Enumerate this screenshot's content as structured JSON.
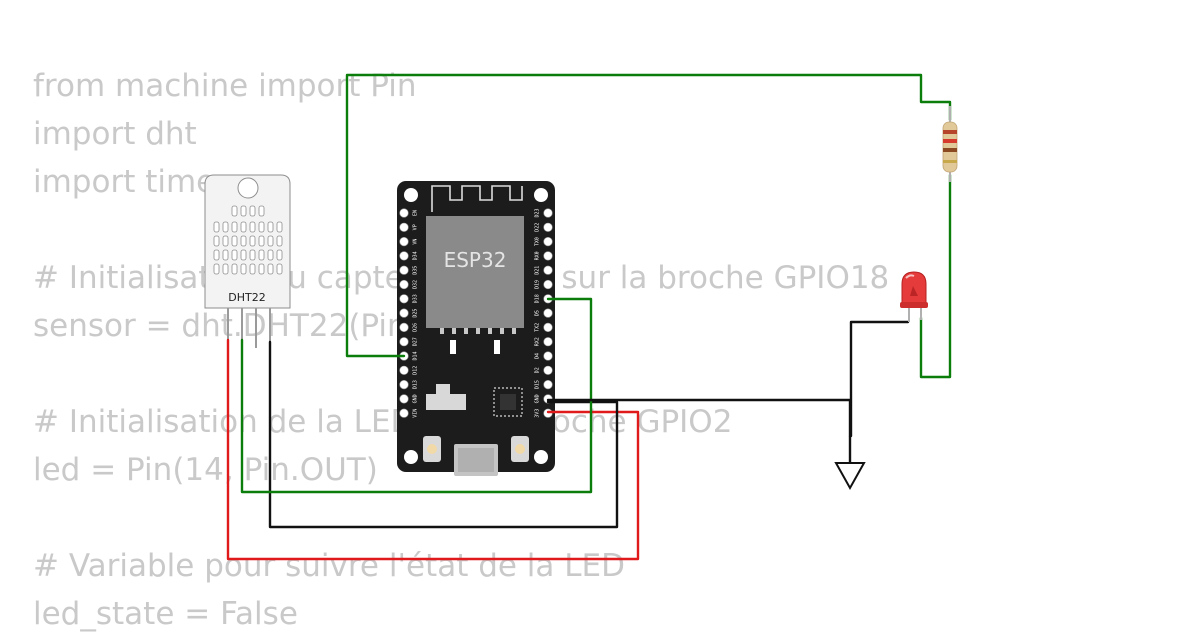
{
  "code_lines": [
    "from machine import Pin",
    "import dht",
    "import time",
    "",
    "# Initialisation du capteur DHT22 sur la broche GPIO18",
    "sensor = dht.DHT22(Pin(18))",
    "",
    "# Initialisation de la LED sur la broche GPIO2",
    "led = Pin(14, Pin.OUT)",
    "",
    "# Variable pour suivre l'état de la LED",
    "led_state = False"
  ],
  "dht22": {
    "label": "DHT22"
  },
  "esp32": {
    "chip_label": "ESP32",
    "left_pins": [
      "EN",
      "VP",
      "VN",
      "D34",
      "D35",
      "D32",
      "D33",
      "D25",
      "D26",
      "D27",
      "D14",
      "D12",
      "D13",
      "GND",
      "VIN"
    ],
    "right_pins": [
      "D23",
      "D22",
      "TX0",
      "RX0",
      "D21",
      "D19",
      "D18",
      "D5",
      "TX2",
      "RX2",
      "D4",
      "D2",
      "D15",
      "GND",
      "3V3"
    ]
  },
  "colors": {
    "wire_green": "#0a7d0a",
    "wire_red": "#e0191b",
    "wire_black": "#111111",
    "board": "#1c1c1c",
    "chip": "#8a8a8a",
    "code_text": "#c9c9c9",
    "led": "#e53b3b"
  },
  "icons": [
    "dht22-sensor-icon",
    "esp32-board-icon",
    "resistor-icon",
    "led-icon",
    "ground-symbol-icon",
    "usb-port-icon"
  ]
}
